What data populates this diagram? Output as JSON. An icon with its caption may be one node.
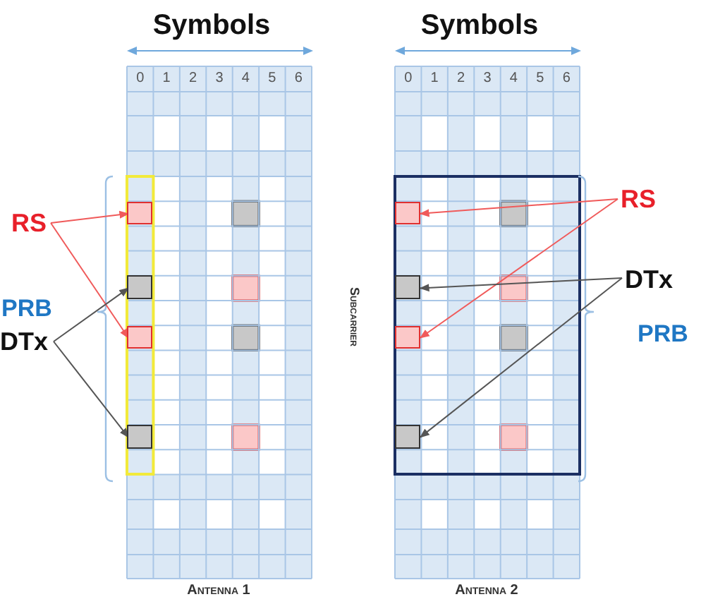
{
  "diagram": {
    "nodes": [
      {
        "text": [
          "RS"
        ]
      },
      {
        "text": [
          "DTx"
        ]
      },
      {
        "text": [],
        "shape": "box"
      },
      {
        "text": [],
        "shape": "box"
      },
      {
        "text": [],
        "shape": "box"
      },
      {
        "text": [],
        "shape": "box"
      },
      {
        "text": [
          "RS"
        ]
      },
      {
        "text": [
          "DTx"
        ]
      },
      {
        "text": [],
        "shape": "box"
      },
      {
        "text": [],
        "shape": "box"
      },
      {
        "text": [],
        "shape": "box"
      },
      {
        "text": [],
        "shape": "box"
      }
    ],
    "edges": [
      {
        "from": 0,
        "to": 2,
        "arrow": "to",
        "color": "#f05a5a"
      },
      {
        "from": 0,
        "to": 4,
        "arrow": "to",
        "color": "#f05a5a"
      },
      {
        "from": 1,
        "to": 3,
        "arrow": "to",
        "color": "#555555"
      },
      {
        "from": 1,
        "to": 5,
        "arrow": "to",
        "color": "#555555"
      },
      {
        "from": 6,
        "to": 8,
        "arrow": "to",
        "color": "#f05a5a"
      },
      {
        "from": 6,
        "to": 10,
        "arrow": "to",
        "color": "#f05a5a"
      },
      {
        "from": 7,
        "to": 9,
        "arrow": "to",
        "color": "#555555"
      },
      {
        "from": 7,
        "to": 11,
        "arrow": "to",
        "color": "#555555"
      }
    ],
    "labels": [
      "Symbols",
      "Symbols",
      "0",
      "1",
      "2",
      "3",
      "4",
      "5",
      "6",
      "0",
      "1",
      "2",
      "3",
      "4",
      "5",
      "6",
      "PRB",
      "Subcarrier",
      "PRB",
      "Antenna 1",
      "Antenna 2"
    ]
  }
}
